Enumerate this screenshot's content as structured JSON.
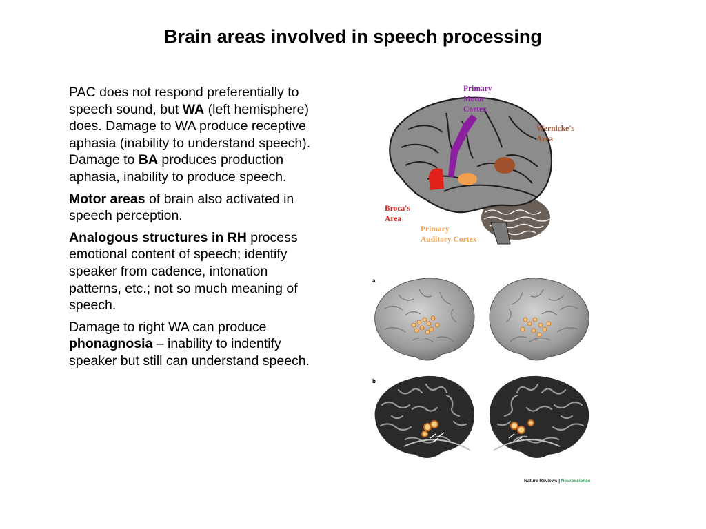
{
  "title": "Brain areas involved in speech processing",
  "paragraphs": [
    {
      "segments": [
        {
          "text": "PAC does not respond preferentially to speech sound, but ",
          "bold": false
        },
        {
          "text": "WA",
          "bold": true
        },
        {
          "text": " (left hemisphere) does. Damage to WA produce receptive aphasia (inability to understand speech). Damage to ",
          "bold": false
        },
        {
          "text": "BA",
          "bold": true
        },
        {
          "text": " produces production aphasia, inability to produce speech.",
          "bold": false
        }
      ]
    },
    {
      "segments": [
        {
          "text": "Motor areas",
          "bold": true
        },
        {
          "text": " of brain also activated in speech perception.",
          "bold": false
        }
      ]
    },
    {
      "segments": [
        {
          "text": "Analogous structures in RH",
          "bold": true
        },
        {
          "text": " process emotional content of speech; identify speaker from cadence, intonation patterns, etc.; not so much meaning of speech.",
          "bold": false
        }
      ]
    },
    {
      "segments": [
        {
          "text": "Damage to right WA can produce ",
          "bold": false
        },
        {
          "text": "phonagnosia",
          "bold": true
        },
        {
          "text": " – inability to indentify speaker but still can understand speech.",
          "bold": false
        }
      ]
    }
  ],
  "diagram": {
    "labels": {
      "motor_1": "Primary",
      "motor_2": "Motor",
      "motor_3": "Cortex",
      "wernicke_1": "Wernicke's",
      "wernicke_2": "Area",
      "broca_1": "Broca's",
      "broca_2": "Area",
      "auditory_1": "Primary",
      "auditory_2": "Auditory Cortex"
    },
    "colors": {
      "motor": "#8B1FA0",
      "wernicke": "#A0522D",
      "broca": "#E0201A",
      "auditory": "#F0A050",
      "brain": "#8c8c8c"
    }
  },
  "figure_panels": {
    "panel_a": "a",
    "panel_b": "b",
    "credit_journal": "Nature Reviews",
    "credit_separator": " | ",
    "credit_section": "Neuroscience"
  }
}
